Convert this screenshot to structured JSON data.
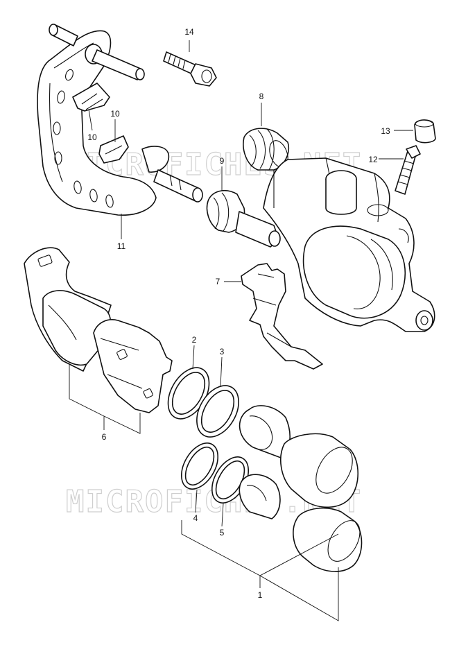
{
  "watermark": "MICROFICHES.NET",
  "callouts": {
    "c1": "1",
    "c2": "2",
    "c3": "3",
    "c4": "4",
    "c5": "5",
    "c6": "6",
    "c7": "7",
    "c8": "8",
    "c9": "9",
    "c10a": "10",
    "c10b": "10",
    "c11": "11",
    "c12": "12",
    "c13": "13",
    "c14": "14"
  }
}
